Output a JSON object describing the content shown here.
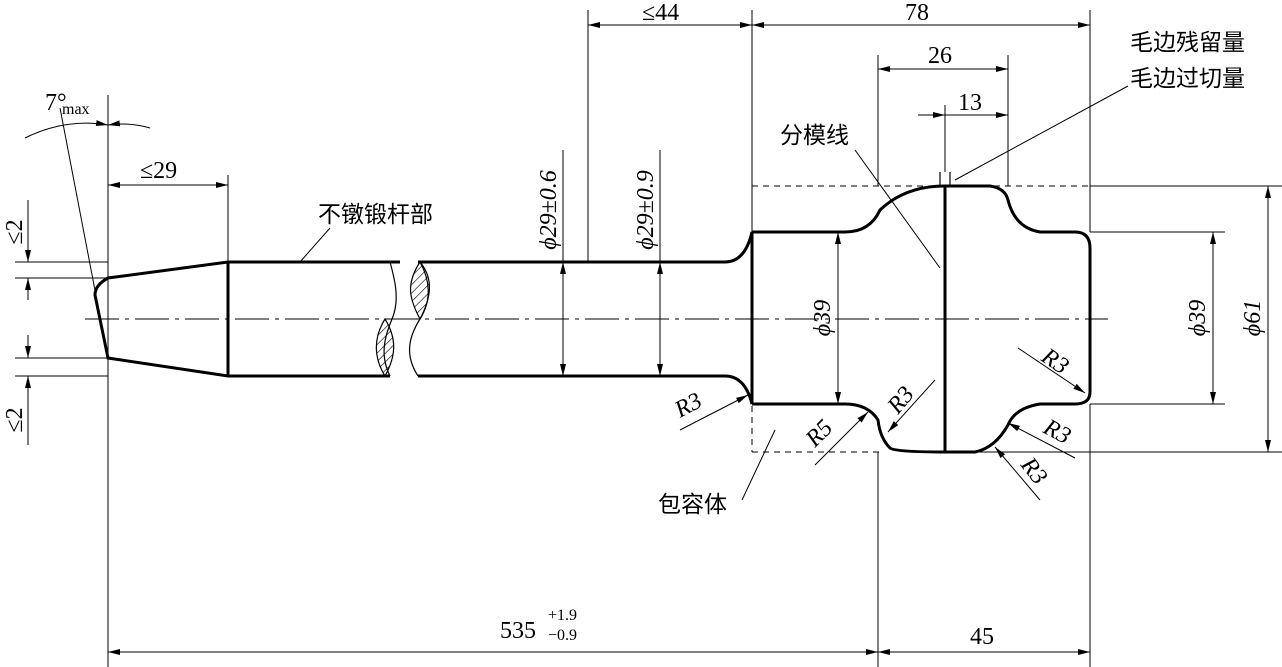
{
  "labels": {
    "rod_part": "不镦锻杆部",
    "parting_line": "分模线",
    "envelope": "包容体",
    "flash_residual": "毛边残留量",
    "flash_overcut": "毛边过切量"
  },
  "dimensions": {
    "draft_angle": "7°",
    "draft_angle_sub": "max",
    "end_length": "≤29",
    "end_offset_top": "≤2",
    "end_offset_bottom": "≤2",
    "shank_limit": "≤44",
    "head_length": "78",
    "flange_width": "26",
    "half_flange": "13",
    "dia_rod_1": "ϕ29±0.6",
    "dia_rod_2": "ϕ29±0.9",
    "dia_neck": "ϕ39",
    "dia_head_end": "ϕ39",
    "dia_flange": "ϕ61",
    "r_neck": "R3",
    "r_flange_left": "R5",
    "r_flange_corner": "R3",
    "r_head_upper": "R3",
    "r_head_lower": "R3",
    "r_flange_bottom": "R3",
    "overall_length": "535",
    "overall_tol_upper": "+1.9",
    "overall_tol_lower": "−0.9",
    "tail_length": "45"
  }
}
